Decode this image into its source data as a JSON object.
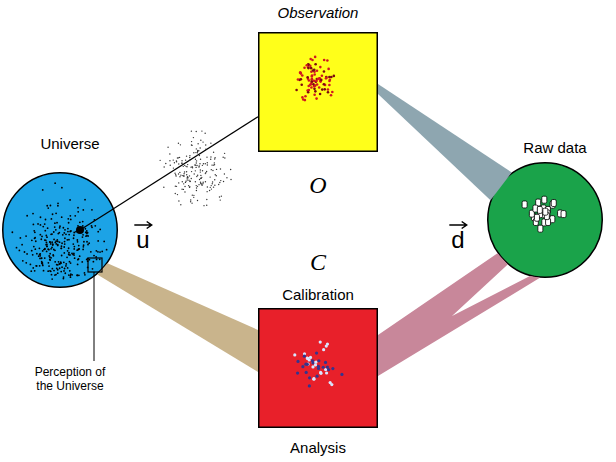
{
  "diagram": {
    "nodes": [
      {
        "text": [
          "Universe"
        ]
      },
      {
        "text": [
          "Observation"
        ]
      },
      {
        "text": [
          "Raw data"
        ]
      },
      {
        "text": [
          "Calibration",
          "Analysis"
        ]
      }
    ],
    "edges": [
      {
        "from": 0,
        "to": 1,
        "arrow": "none"
      },
      {
        "from": 1,
        "to": 2,
        "arrow": "none"
      },
      {
        "from": 2,
        "to": 3,
        "arrow": "none"
      },
      {
        "from": 0,
        "to": 3,
        "arrow": "none"
      }
    ],
    "labels": [
      "O",
      "u",
      "d",
      "C",
      "Perception of the Universe"
    ]
  }
}
